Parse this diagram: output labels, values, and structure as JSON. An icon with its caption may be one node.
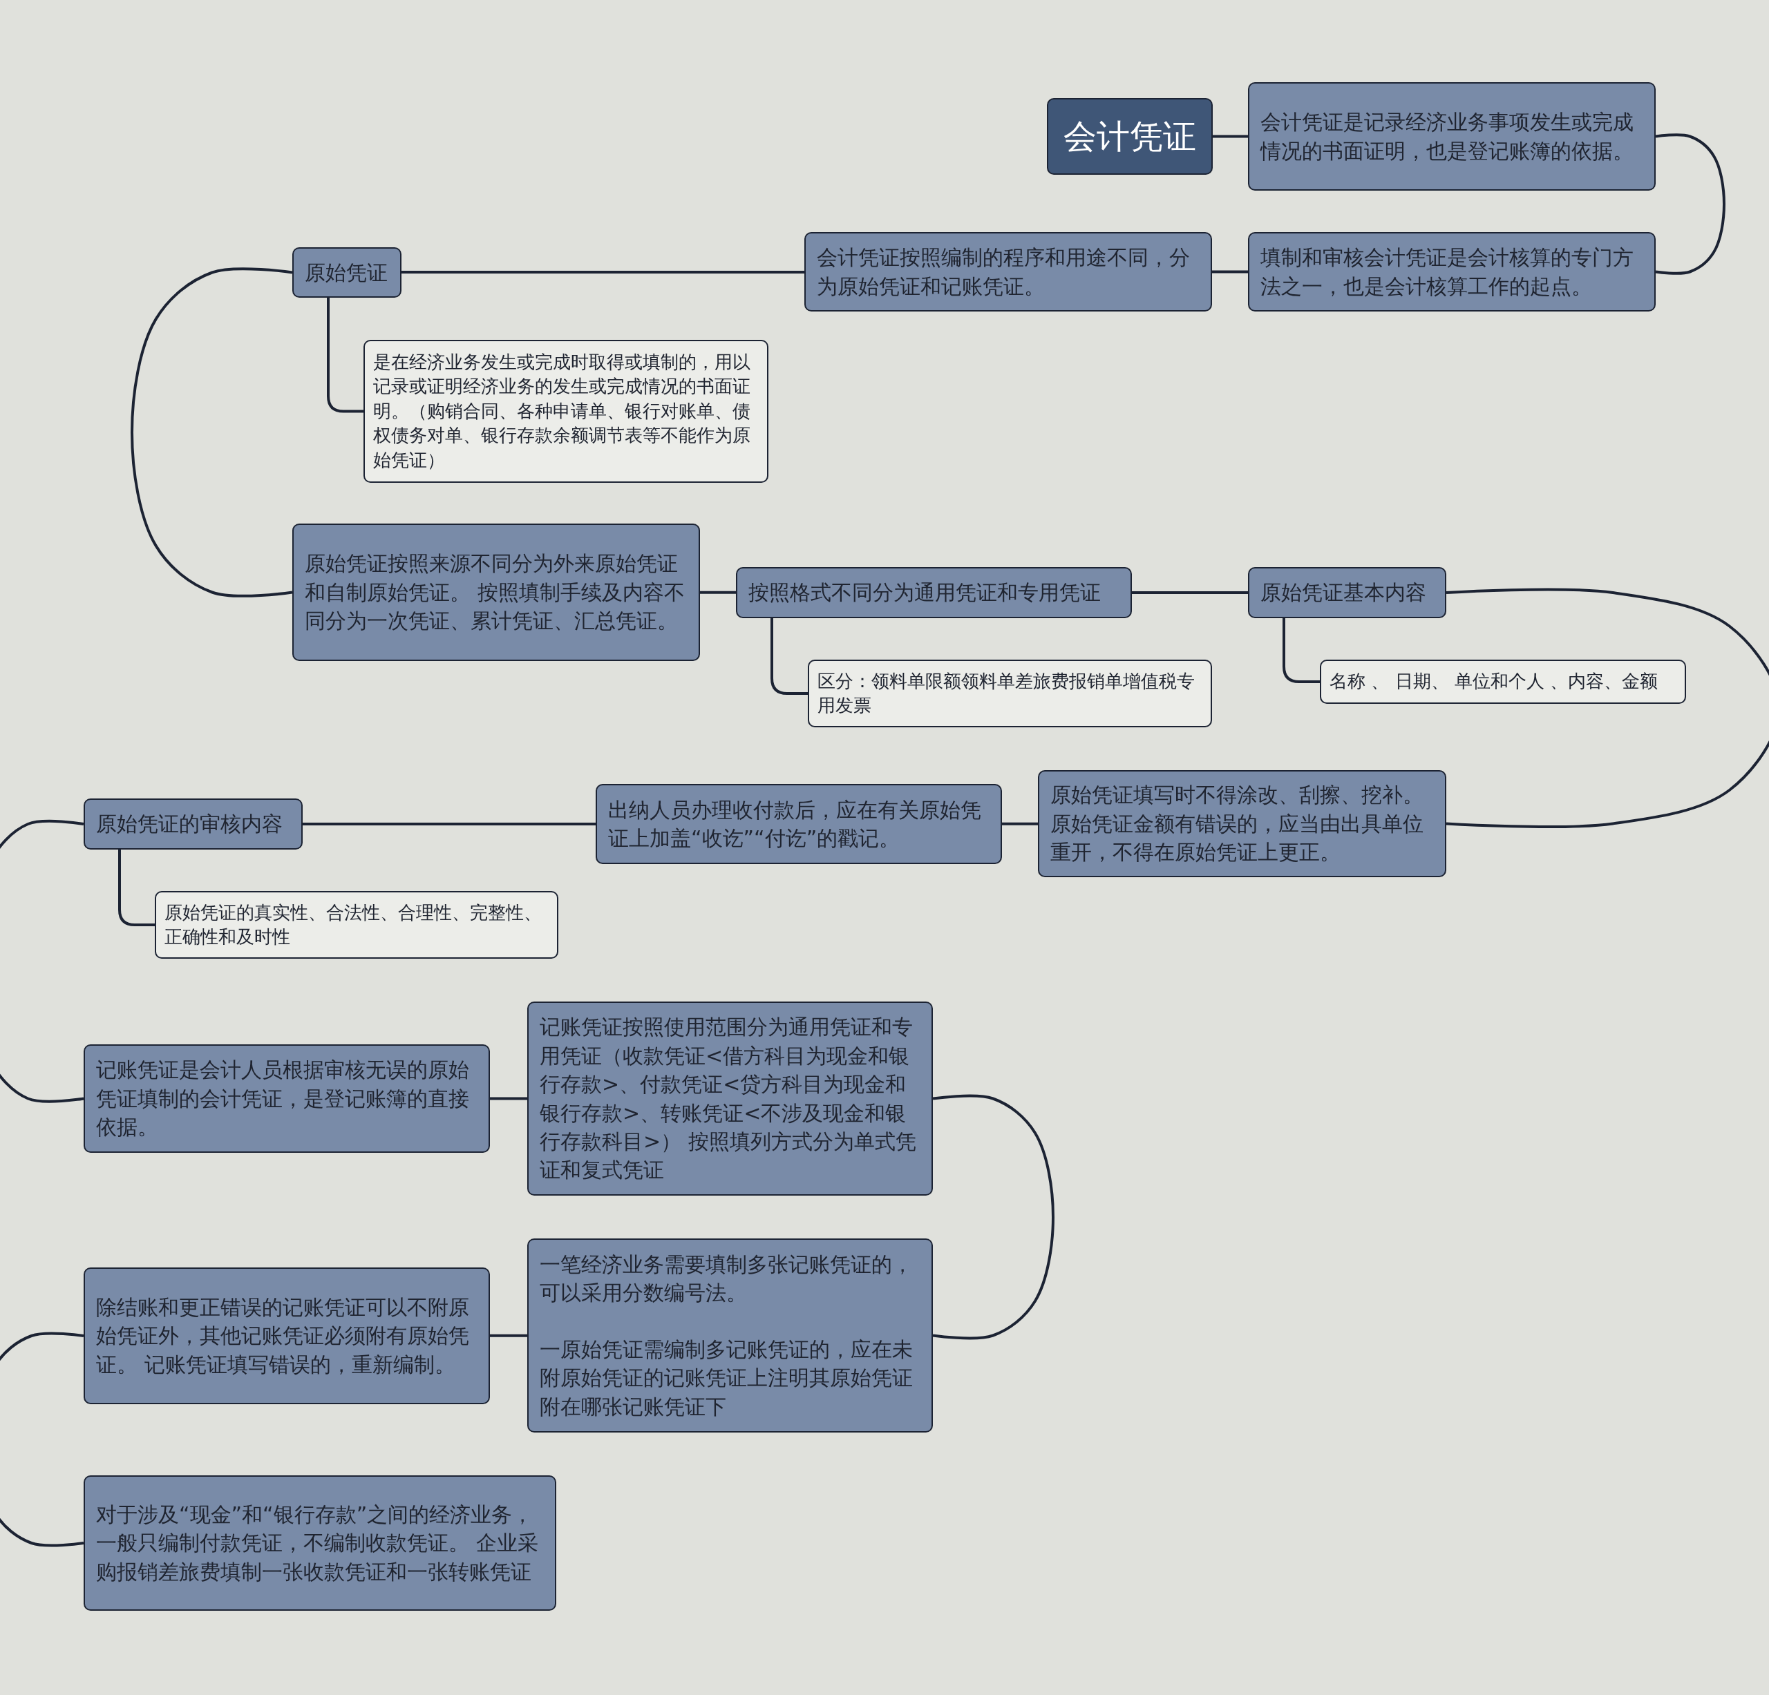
{
  "diagram": {
    "nodes": [
      {
        "text": [
          "会计凭证"
        ]
      },
      {
        "text": [
          "会计凭证是记录经济业务事项发生或完成情况的书面证明，也是登记账簿的依据。"
        ]
      },
      {
        "text": [
          "填制和审核会计凭证是会计核算的专门方法之一，也是会计核算工作的起点。"
        ]
      },
      {
        "text": [
          "会计凭证按照编制的程序和用途不同，分为原始凭证和记账凭证。"
        ]
      },
      {
        "text": [
          "原始凭证"
        ]
      },
      {
        "text": [
          "是在经济业务发生或完成时取得或填制的，用以记录或证明经济业务的发生或完成情况的书面证明。（购销合同、各种申请单、银行对账单、债权债务对单、银行存款余额调节表等不能作为原始凭证）"
        ]
      },
      {
        "text": [
          "原始凭证按照来源不同分为外来原始凭证和自制原始凭证。 按照填制手续及内容不同分为一次凭证、累计凭证、汇总凭证。"
        ]
      },
      {
        "text": [
          "按照格式不同分为通用凭证和专用凭证"
        ]
      },
      {
        "text": [
          "区分：领料单限额领料单差旅费报销单增值税专用发票"
        ]
      },
      {
        "text": [
          "原始凭证基本内容"
        ]
      },
      {
        "text": [
          "名称 、 日期、 单位和个人 、内容、金额"
        ]
      },
      {
        "text": [
          "原始凭证填写时不得涂改、刮擦、挖补。原始凭证金额有错误的，应当由出具单位重开，不得在原始凭证上更正。"
        ]
      },
      {
        "text": [
          "出纳人员办理收付款后，应在有关原始凭证上加盖“收讫”“付讫”的戳记。"
        ]
      },
      {
        "text": [
          "原始凭证的审核内容"
        ]
      },
      {
        "text": [
          "原始凭证的真实性、合法性、合理性、完整性、正确性和及时性"
        ]
      },
      {
        "text": [
          "记账凭证是会计人员根据审核无误的原始凭证填制的会计凭证，是登记账簿的直接依据。"
        ]
      },
      {
        "text": [
          "记账凭证按照使用范围分为通用凭证和专用凭证（收款凭证<借方科目为现金和银行存款>、付款凭证<贷方科目为现金和银行存款>、转账凭证<不涉及现金和银行存款科目>） 按照填列方式分为单式凭证和复式凭证"
        ]
      },
      {
        "text": [
          "一笔经济业务需要填制多张记账凭证的，可以采用分数编号法。",
          "一原始凭证需编制多记账凭证的，应在未附原始凭证的记账凭证上注明其原始凭证附在哪张记账凭证下"
        ]
      },
      {
        "text": [
          "除结账和更正错误的记账凭证可以不附原始凭证外，其他记账凭证必须附有原始凭证。 记账凭证填写错误的，重新编制。"
        ]
      },
      {
        "text": [
          "对于涉及“现金”和“银行存款”之间的经济业务，一般只编制付款凭证，不编制收款凭证。 企业采购报销差旅费填制一张收款凭证和一张转账凭证"
        ]
      }
    ],
    "edges": [
      {
        "from": 0,
        "to": 1,
        "arrow": "none"
      },
      {
        "from": 1,
        "to": 2,
        "arrow": "none"
      },
      {
        "from": 2,
        "to": 3,
        "arrow": "none"
      },
      {
        "from": 3,
        "to": 4,
        "arrow": "none"
      },
      {
        "from": 4,
        "to": 5,
        "arrow": "none"
      },
      {
        "from": 4,
        "to": 6,
        "arrow": "none"
      },
      {
        "from": 6,
        "to": 7,
        "arrow": "none"
      },
      {
        "from": 7,
        "to": 8,
        "arrow": "none"
      },
      {
        "from": 7,
        "to": 9,
        "arrow": "none"
      },
      {
        "from": 9,
        "to": 10,
        "arrow": "none"
      },
      {
        "from": 9,
        "to": 11,
        "arrow": "none"
      },
      {
        "from": 11,
        "to": 12,
        "arrow": "none"
      },
      {
        "from": 12,
        "to": 13,
        "arrow": "none"
      },
      {
        "from": 13,
        "to": 14,
        "arrow": "none"
      },
      {
        "from": 13,
        "to": 15,
        "arrow": "none"
      },
      {
        "from": 15,
        "to": 16,
        "arrow": "none"
      },
      {
        "from": 16,
        "to": 17,
        "arrow": "none"
      },
      {
        "from": 17,
        "to": 18,
        "arrow": "none"
      },
      {
        "from": 18,
        "to": 19,
        "arrow": "none"
      }
    ]
  }
}
